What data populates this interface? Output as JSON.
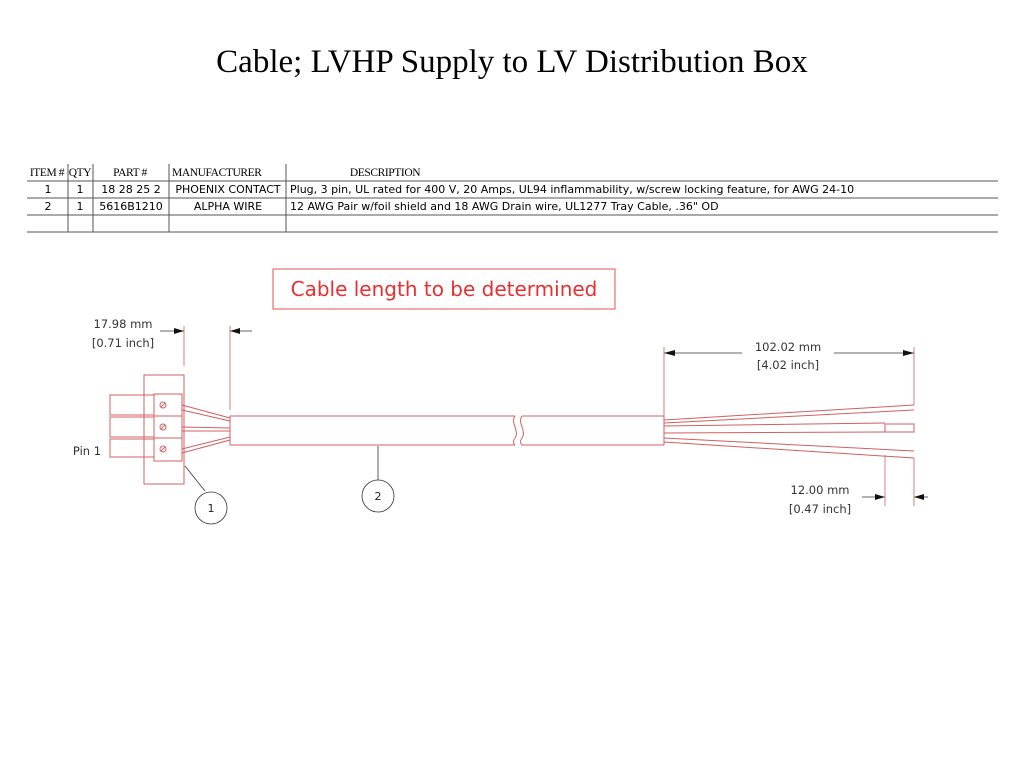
{
  "title": "Cable; LVHP Supply to LV Distribution Box",
  "bom": {
    "headers": [
      "ITEM #",
      "QTY",
      "PART #",
      "MANUFACTURER",
      "DESCRIPTION"
    ],
    "rows": [
      [
        "1",
        "1",
        "18 28 25 2",
        "PHOENIX CONTACT",
        "Plug, 3 pin, UL rated for 400 V, 20 Amps, UL94 inflammability, w/screw locking feature, for AWG 24-10"
      ],
      [
        "2",
        "1",
        "5616B1210",
        "ALPHA WIRE",
        "12 AWG Pair w/foil shield and 18 AWG Drain wire, UL1277 Tray Cable, .36\" OD"
      ]
    ]
  },
  "drawing": {
    "note": "Cable length to be determined",
    "dim_connector": {
      "mm": "17.98 mm",
      "inch": "[0.71 inch]"
    },
    "dim_strip": {
      "mm": "102.02 mm",
      "inch": "[4.02 inch]"
    },
    "dim_tip": {
      "mm": "12.00 mm",
      "inch": "[0.47 inch]"
    },
    "pin_label": "Pin 1",
    "balloons": [
      "1",
      "2"
    ],
    "colors": {
      "line": "#d06060",
      "note": "#e63030",
      "dim": "#333333"
    }
  }
}
